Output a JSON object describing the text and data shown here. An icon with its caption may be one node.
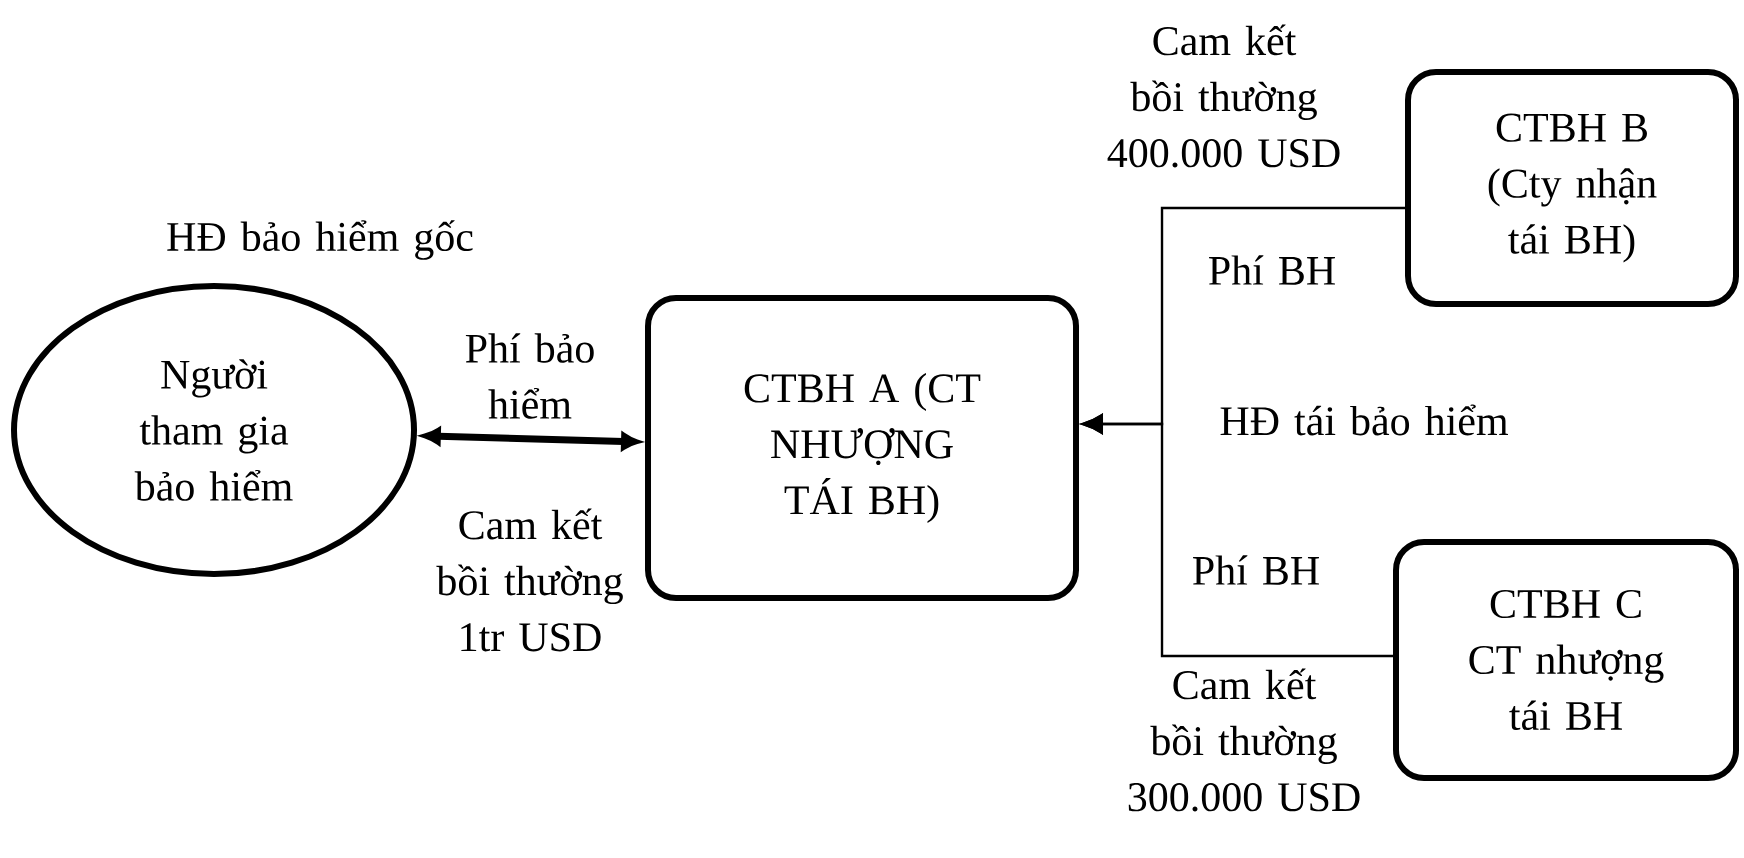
{
  "diagram": {
    "nodes": [
      {
        "text": [
          "Người tham gia bảo hiểm"
        ]
      },
      {
        "text": [
          "CTBH A (CT NHƯỢNG TÁI BH)"
        ]
      },
      {
        "text": [
          "CTBH B (Cty nhận tái BH)"
        ]
      },
      {
        "text": [
          "CTBH C CT nhượng tái BH"
        ]
      }
    ],
    "edges": [
      {
        "from": 0,
        "to": 1,
        "arrow": "both",
        "style": "thick",
        "label": "Phí bảo hiểm"
      },
      {
        "from": 2,
        "to": 1,
        "arrow": "to"
      },
      {
        "from": 3,
        "to": 1,
        "arrow": "to"
      }
    ],
    "labels": [
      "Cam kết bồi thường 400.000 USD",
      "HĐ bảo hiểm gốc",
      "Phí BH",
      "HĐ tái bảo hiểm",
      "Cam kết bồi thường 1tr USD",
      "Phí BH",
      "Cam kết bồi thường 300.000 USD"
    ]
  }
}
